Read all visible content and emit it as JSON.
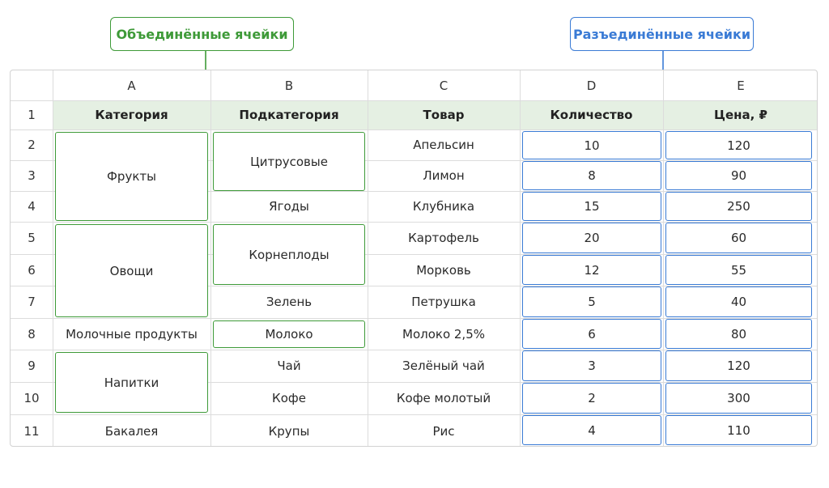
{
  "callouts": {
    "merged": "Объединённые ячейки",
    "unmerged": "Разъединённые ячейки"
  },
  "columns": [
    "A",
    "B",
    "C",
    "D",
    "E"
  ],
  "row_numbers": [
    "1",
    "2",
    "3",
    "4",
    "5",
    "6",
    "7",
    "8",
    "9",
    "10",
    "11"
  ],
  "headers": {
    "category": "Категория",
    "subcategory": "Подкатегория",
    "product": "Товар",
    "quantity": "Количество",
    "price": "Цена, ₽"
  },
  "categories": [
    "Фрукты",
    "Овощи",
    "Молочные продукты",
    "Напитки",
    "Бакалея"
  ],
  "subcategories": [
    "Цитрусовые",
    "Ягоды",
    "Корнеплоды",
    "Зелень",
    "Молоко",
    "Чай",
    "Кофе",
    "Крупы"
  ],
  "products": [
    "Апельсин",
    "Лимон",
    "Клубника",
    "Картофель",
    "Морковь",
    "Петрушка",
    "Молоко 2,5%",
    "Зелёный чай",
    "Кофе молотый",
    "Рис"
  ],
  "quantities": [
    "10",
    "8",
    "15",
    "20",
    "12",
    "5",
    "6",
    "3",
    "2",
    "4"
  ],
  "prices": [
    "120",
    "90",
    "250",
    "60",
    "55",
    "40",
    "80",
    "120",
    "300",
    "110"
  ],
  "colors": {
    "merged_accent": "#3e9a38",
    "unmerged_accent": "#3a7bd5",
    "header_band": "#e5f0e3",
    "grid": "#dcdcdc"
  }
}
